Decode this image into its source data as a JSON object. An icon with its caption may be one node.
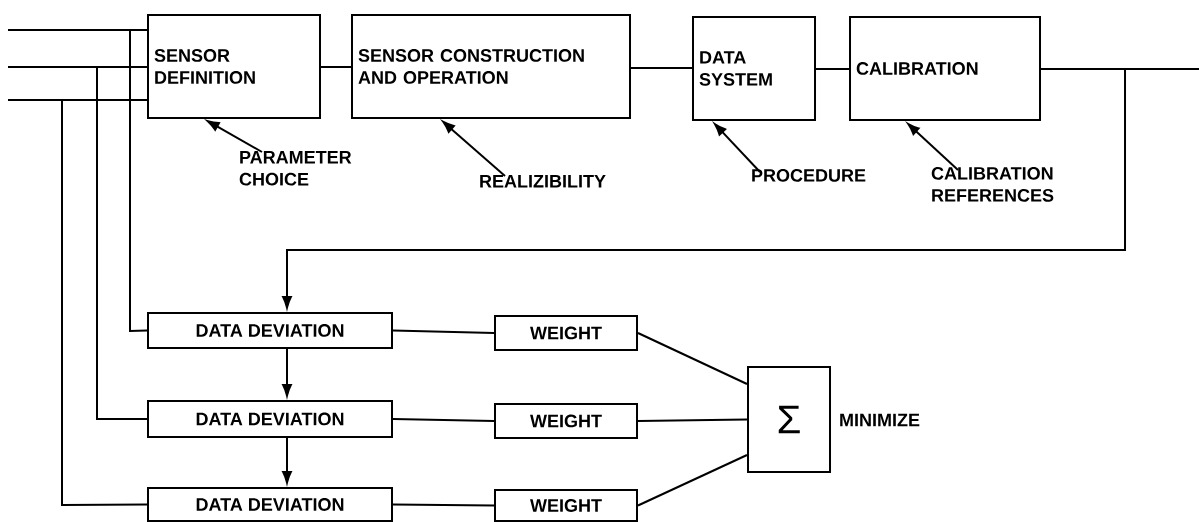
{
  "diagram": {
    "nodes": [
      {
        "text": [
          "SENSOR DEFINITION"
        ]
      },
      {
        "text": [
          "SENSOR CONSTRUCTION AND OPERATION"
        ]
      },
      {
        "text": [
          "DATA SYSTEM"
        ]
      },
      {
        "text": [
          "CALIBRATION"
        ]
      },
      {
        "text": [
          "PARAMETER CHOICE"
        ]
      },
      {
        "text": [
          "REALIZIBILITY"
        ]
      },
      {
        "text": [
          "PROCEDURE"
        ]
      },
      {
        "text": [
          "CALIBRATION REFERENCES"
        ]
      },
      {
        "text": [
          "DATA DEVIATION"
        ]
      },
      {
        "text": [
          "DATA DEVIATION"
        ]
      },
      {
        "text": [
          "DATA DEVIATION"
        ]
      },
      {
        "text": [
          "WEIGHT"
        ]
      },
      {
        "text": [
          "WEIGHT"
        ]
      },
      {
        "text": [
          "WEIGHT"
        ]
      },
      {
        "text": [
          "Σ"
        ],
        "beside": [
          "MINIMIZE"
        ]
      }
    ],
    "edges": [
      {
        "from": null,
        "to": 0,
        "arrow": "none"
      },
      {
        "from": null,
        "to": 0,
        "arrow": "none"
      },
      {
        "from": null,
        "to": 0,
        "arrow": "none"
      },
      {
        "from": null,
        "to": 8,
        "arrow": "none"
      },
      {
        "from": null,
        "to": 9,
        "arrow": "none"
      },
      {
        "from": null,
        "to": 10,
        "arrow": "none"
      },
      {
        "from": 0,
        "to": 1,
        "arrow": "none"
      },
      {
        "from": 1,
        "to": 2,
        "arrow": "none"
      },
      {
        "from": 2,
        "to": 3,
        "arrow": "none"
      },
      {
        "from": 3,
        "to": null,
        "arrow": "none"
      },
      {
        "from": 3,
        "to": 8,
        "arrow": "to"
      },
      {
        "from": 8,
        "to": 9,
        "arrow": "to"
      },
      {
        "from": 9,
        "to": 10,
        "arrow": "to"
      },
      {
        "from": 8,
        "to": 11,
        "arrow": "none"
      },
      {
        "from": 9,
        "to": 12,
        "arrow": "none"
      },
      {
        "from": 10,
        "to": 13,
        "arrow": "none"
      },
      {
        "from": 11,
        "to": 14,
        "arrow": "none"
      },
      {
        "from": 12,
        "to": 14,
        "arrow": "none"
      },
      {
        "from": 13,
        "to": 14,
        "arrow": "none"
      },
      {
        "from": 4,
        "to": 0,
        "arrow": "to"
      },
      {
        "from": 5,
        "to": 1,
        "arrow": "to"
      },
      {
        "from": 6,
        "to": 2,
        "arrow": "to"
      },
      {
        "from": 7,
        "to": 3,
        "arrow": "to"
      }
    ]
  }
}
